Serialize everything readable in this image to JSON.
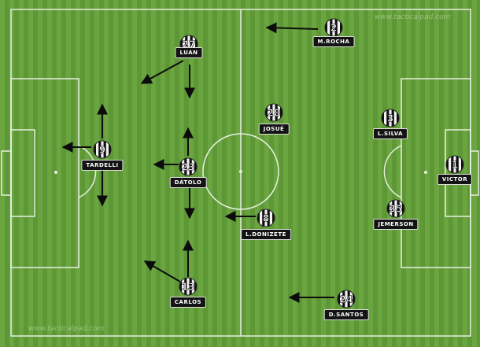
{
  "watermark": "www.tacticalpad.com",
  "colors": {
    "pitch_light": "#6aa53f",
    "pitch_dark": "#5b9534",
    "lines": "#e8efe2",
    "shirt_black": "#111111",
    "shirt_white": "#f2f2f2",
    "label_bg": "#141414",
    "arrow": "#0c0c0c"
  },
  "players": [
    {
      "key": "luan",
      "number": "27",
      "name": "LUAN"
    },
    {
      "key": "tardelli",
      "number": "9",
      "name": "TARDELLI"
    },
    {
      "key": "datolo",
      "number": "23",
      "name": "DÁTOLO"
    },
    {
      "key": "carlos",
      "number": "13",
      "name": "CARLOS"
    },
    {
      "key": "mrocha",
      "number": "2",
      "name": "M.ROCHA"
    },
    {
      "key": "josue",
      "number": "28",
      "name": "JOSUÉ"
    },
    {
      "key": "ldonizete",
      "number": "8",
      "name": "L.DONIZETE"
    },
    {
      "key": "lsilva",
      "number": "3",
      "name": "L.SILVA"
    },
    {
      "key": "victor",
      "number": "1",
      "name": "VICTOR"
    },
    {
      "key": "jemerson",
      "number": "35",
      "name": "JEMERSON"
    },
    {
      "key": "dsantos",
      "number": "24",
      "name": "D.SANTOS"
    }
  ]
}
